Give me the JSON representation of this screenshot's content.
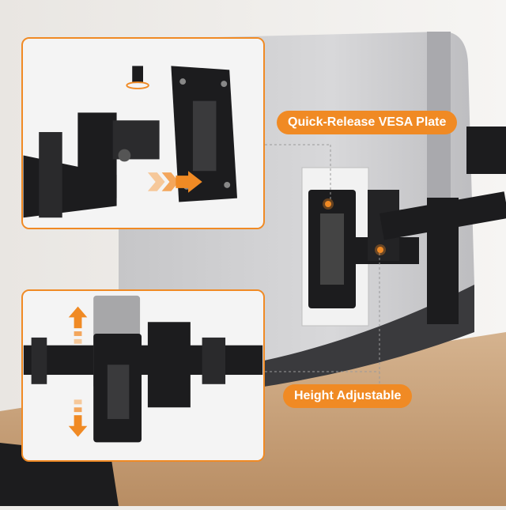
{
  "callouts": {
    "quick_release": "Quick-Release VESA Plate",
    "height_adjustable": "Height Adjustable"
  },
  "colors": {
    "accent": "#f08a24",
    "mount_black": "#1c1c1e",
    "monitor_back": "#cfcfd1",
    "desk_wood": "#c9a47e"
  },
  "icons": {
    "slide_arrow": "chevron-right-arrow",
    "height_arrows": "up-down-arrows",
    "rotate": "rotate-arrow"
  }
}
